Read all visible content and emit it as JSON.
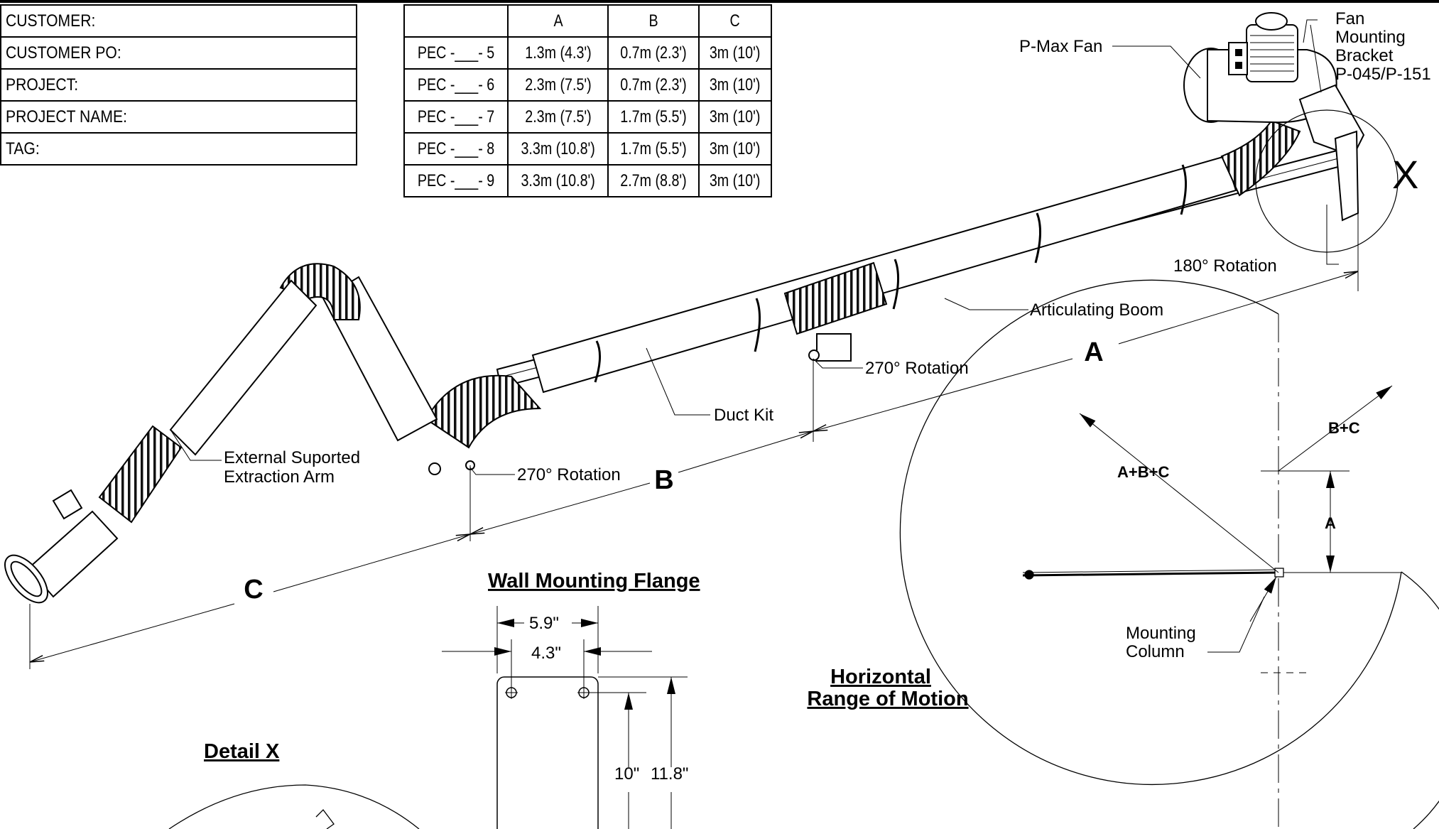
{
  "info_block": {
    "rows": [
      "CUSTOMER:",
      "CUSTOMER PO:",
      "PROJECT:",
      "PROJECT NAME:",
      "TAG:"
    ]
  },
  "spec_table": {
    "headers": [
      "",
      "A",
      "B",
      "C"
    ],
    "rows": [
      [
        "PEC -___- 5",
        "1.3m (4.3')",
        "0.7m (2.3')",
        "3m (10')"
      ],
      [
        "PEC -___- 6",
        "2.3m (7.5')",
        "0.7m (2.3')",
        "3m (10')"
      ],
      [
        "PEC -___- 7",
        "2.3m (7.5')",
        "1.7m (5.5')",
        "3m (10')"
      ],
      [
        "PEC -___- 8",
        "3.3m (10.8')",
        "1.7m (5.5')",
        "3m (10')"
      ],
      [
        "PEC -___- 9",
        "3.3m (10.8')",
        "2.7m (8.8')",
        "3m (10')"
      ]
    ]
  },
  "callouts": {
    "p_max_fan": "P-Max Fan",
    "fan_bracket_1": "Fan",
    "fan_bracket_2": "Mounting",
    "fan_bracket_3": "Bracket",
    "fan_bracket_4": "P-045/P-151",
    "detail_marker": "X",
    "rotation_180": "180° Rotation",
    "articulating_boom": "Articulating Boom",
    "rotation_270_top": "270° Rotation",
    "duct_kit": "Duct Kit",
    "external_arm_1": "External Suported",
    "external_arm_2": "Extraction Arm",
    "rotation_270_bottom": "270° Rotation"
  },
  "dimensions": {
    "A": "A",
    "B": "B",
    "C": "C"
  },
  "wall_flange": {
    "title": "Wall Mounting Flange",
    "width_outer": "5.9\"",
    "width_inner": "4.3\"",
    "height_inner": "10\"",
    "height_outer": "11.8\""
  },
  "range_of_motion": {
    "title_1": "Horizontal",
    "title_2": "Range of Motion",
    "a_b_c": "A+B+C",
    "b_c": "B+C",
    "a": "A",
    "mounting_1": "Mounting",
    "mounting_2": "Column"
  },
  "detail_x": {
    "title": "Detail X"
  }
}
